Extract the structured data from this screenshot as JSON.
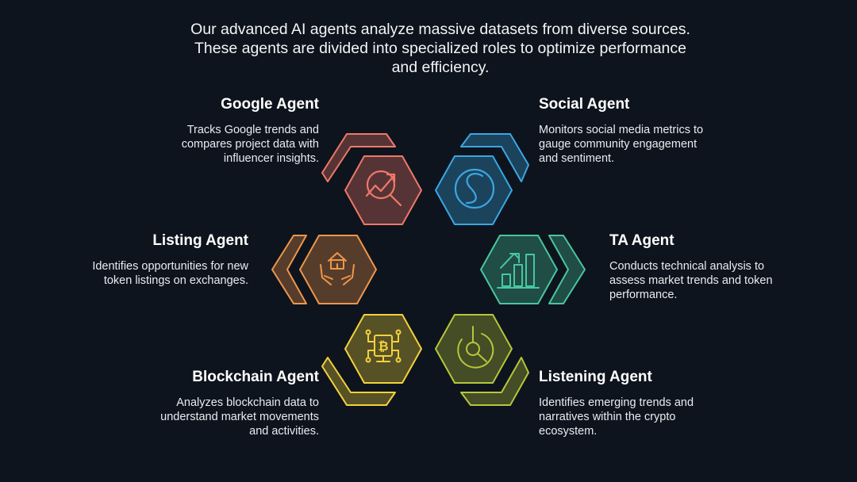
{
  "intro": "Our advanced AI agents analyze massive datasets from diverse sources. These agents are divided into specialized roles to optimize performance and efficiency.",
  "agents": [
    {
      "id": "google",
      "title": "Google Agent",
      "desc": "Tracks Google trends and compares project data with influencer insights.",
      "color": "#f0786a",
      "icon": "chart-search-icon"
    },
    {
      "id": "social",
      "title": "Social Agent",
      "desc": "Monitors social media metrics to gauge community engagement and sentiment.",
      "color": "#3aa7e4",
      "icon": "social-swirl-icon"
    },
    {
      "id": "listing",
      "title": "Listing Agent",
      "desc": "Identifies opportunities for new token listings on exchanges.",
      "color": "#f0964a",
      "icon": "hands-house-icon"
    },
    {
      "id": "ta",
      "title": "TA Agent",
      "desc": "Conducts technical analysis to assess market trends and token performance.",
      "color": "#48c79f",
      "icon": "bar-chart-up-icon"
    },
    {
      "id": "blockchain",
      "title": "Blockchain Agent",
      "desc": "Analyzes blockchain data to understand market movements and activities.",
      "color": "#f3d23c",
      "icon": "bitcoin-circuit-icon"
    },
    {
      "id": "listening",
      "title": "Listening Agent",
      "desc": "Identifies emerging trends and narratives within the crypto ecosystem.",
      "color": "#b6c73a",
      "icon": "radar-search-icon"
    }
  ]
}
